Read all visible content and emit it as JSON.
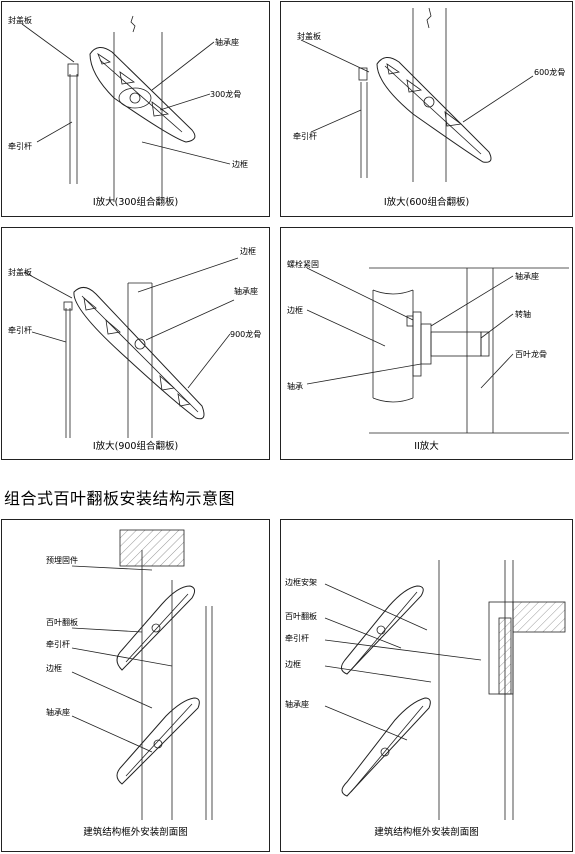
{
  "section_title": "组合式百叶翻板安装结构示意图",
  "panels": [
    {
      "caption": "I放大(300组合翻板)",
      "labels": [
        "封盖板",
        "轴承座",
        "300龙骨",
        "牵引杆",
        "边框"
      ]
    },
    {
      "caption": "I放大(600组合翻板)",
      "labels": [
        "封盖板",
        "600龙骨",
        "牵引杆"
      ]
    },
    {
      "caption": "I放大(900组合翻板)",
      "labels": [
        "边框",
        "封盖板",
        "轴承座",
        "牵引杆",
        "900龙骨"
      ]
    },
    {
      "caption": "II放大",
      "labels": [
        "螺栓紧固",
        "轴承座",
        "边框",
        "转轴",
        "百叶龙骨",
        "轴承"
      ]
    },
    {
      "caption": "建筑结构框外安装剖面图",
      "labels": [
        "预埋固件",
        "百叶翻板",
        "牵引杆",
        "边框",
        "轴承座"
      ]
    },
    {
      "caption": "建筑结构框外安装剖面图",
      "labels": [
        "边框安架",
        "百叶翻板",
        "牵引杆",
        "边框",
        "轴承座"
      ]
    }
  ],
  "colors": {
    "line": "#222222",
    "hatch": "#555555",
    "concrete": "#e8e8e8"
  }
}
